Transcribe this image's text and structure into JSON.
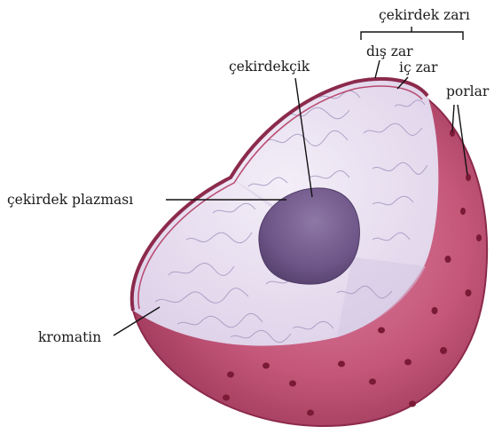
{
  "labels": {
    "nuclear_envelope": "çekirdek zarı",
    "outer_membrane": "dış zar",
    "inner_membrane": "iç zar",
    "pores": "porlar",
    "nucleolus": "çekirdekçik",
    "nucleoplasm": "çekirdek plazması",
    "chromatin": "kromatin"
  },
  "colors": {
    "envelope_outer": "#c7577b",
    "envelope_dark": "#8c2a4c",
    "cut_surface": "#e9dff0",
    "chromatin": "#a79bc2",
    "nucleolus": "#6e5786",
    "pore": "#7a1a36"
  }
}
